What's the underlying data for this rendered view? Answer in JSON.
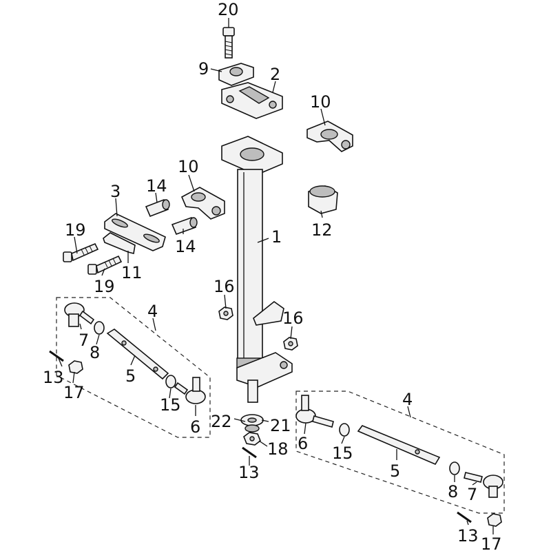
{
  "callouts": {
    "c1": "1",
    "c2": "2",
    "c3": "3",
    "c4a": "4",
    "c4b": "4",
    "c5a": "5",
    "c5b": "5",
    "c6a": "6",
    "c6b": "6",
    "c7a": "7",
    "c7b": "7",
    "c8a": "8",
    "c8b": "8",
    "c9": "9",
    "c10a": "10",
    "c10b": "10",
    "c11": "11",
    "c12": "12",
    "c13a": "13",
    "c13b": "13",
    "c13c": "13",
    "c14a": "14",
    "c14b": "14",
    "c15a": "15",
    "c15b": "15",
    "c16a": "16",
    "c16b": "16",
    "c17a": "17",
    "c17b": "17",
    "c18": "18",
    "c19a": "19",
    "c19b": "19",
    "c20": "20",
    "c21": "21",
    "c22": "22"
  }
}
